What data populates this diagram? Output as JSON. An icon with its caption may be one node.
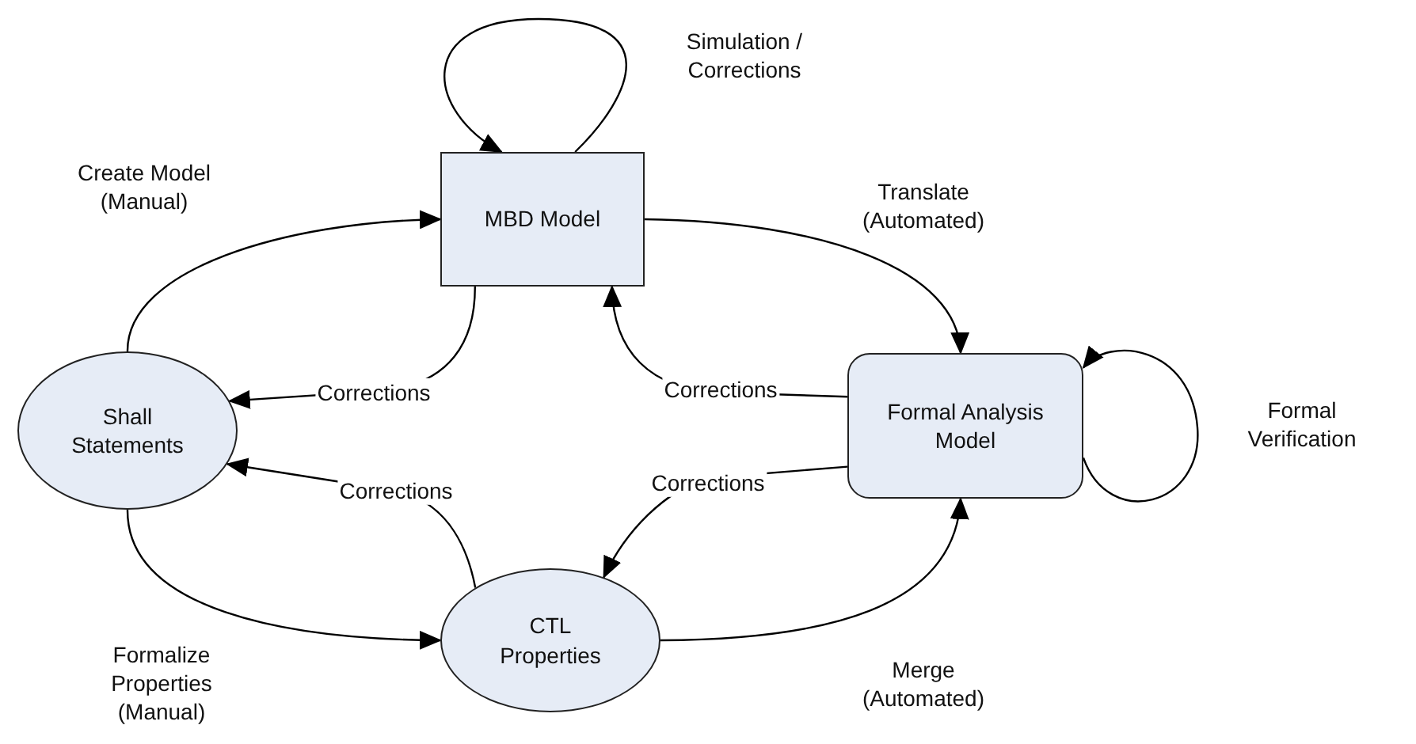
{
  "diagram": {
    "nodes": [
      {
        "text": [
          "MBD Model"
        ]
      },
      {
        "text": [
          "Shall Statements"
        ]
      },
      {
        "text": [
          "Formal Analysis Model"
        ]
      },
      {
        "text": [
          "CTL Properties"
        ]
      }
    ],
    "edges": [
      {
        "from": 0,
        "to": 0,
        "arrow": "to",
        "label": "Simulation / Corrections"
      },
      {
        "from": 1,
        "to": 0,
        "arrow": "to",
        "label": "Create Model (Manual)"
      },
      {
        "from": 0,
        "to": 2,
        "arrow": "to",
        "label": "Translate (Automated)"
      },
      {
        "from": 0,
        "to": 1,
        "arrow": "to",
        "label": "Corrections"
      },
      {
        "from": 2,
        "to": 0,
        "arrow": "to",
        "label": "Corrections"
      },
      {
        "from": 2,
        "to": 2,
        "arrow": "to",
        "label": "Formal Verification"
      },
      {
        "from": 2,
        "to": 3,
        "arrow": "to",
        "label": "Corrections"
      },
      {
        "from": 3,
        "to": 1,
        "arrow": "to",
        "label": "Corrections"
      },
      {
        "from": 1,
        "to": 3,
        "arrow": "to",
        "label": "Formalize Properties (Manual)"
      },
      {
        "from": 3,
        "to": 2,
        "arrow": "to",
        "label": "Merge (Automated)"
      }
    ]
  }
}
